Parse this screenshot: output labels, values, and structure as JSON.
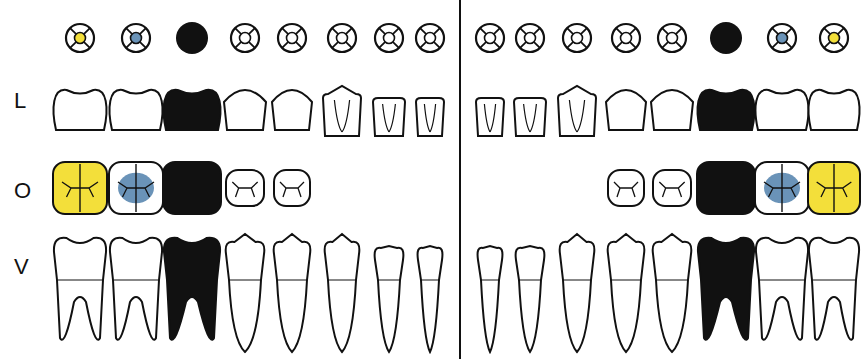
{
  "diagram": {
    "labels": [
      "L",
      "O",
      "V"
    ]
  }
}
